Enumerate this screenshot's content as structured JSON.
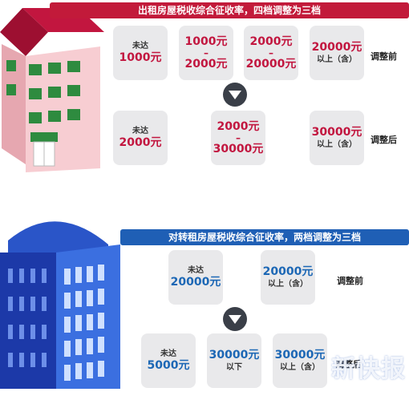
{
  "section1": {
    "title": "出租房屋税收综合征收率，四档调整为三档",
    "before_label": "调整前",
    "after_label": "调整后",
    "before": [
      {
        "small": "未达",
        "big": "1000元"
      },
      {
        "top": "1000元",
        "dash": "–",
        "bottom": "2000元"
      },
      {
        "top": "2000元",
        "dash": "–",
        "bottom": "20000元"
      },
      {
        "big": "20000元",
        "small": "以上（含）"
      }
    ],
    "after": [
      {
        "small": "未达",
        "big": "2000元"
      },
      {
        "top": "2000元",
        "dash": "–",
        "bottom": "30000元"
      },
      {
        "big": "30000元",
        "small": "以上（含）"
      }
    ]
  },
  "section2": {
    "title": "对转租房屋税收综合征收率，两档调整为三档",
    "before_label": "调整前",
    "after_label": "调整后",
    "before": [
      {
        "small": "未达",
        "big": "20000元"
      },
      {
        "big": "20000元",
        "small": "以上（含）"
      }
    ],
    "after": [
      {
        "small": "未达",
        "big": "5000元"
      },
      {
        "big": "30000元",
        "small": "以下"
      },
      {
        "big": "30000元",
        "small": "以上（含）"
      }
    ]
  },
  "watermark": "新快报",
  "colors": {
    "red": "#c21a3a",
    "blue": "#1f5fb5",
    "box": "#e9e9eb"
  }
}
